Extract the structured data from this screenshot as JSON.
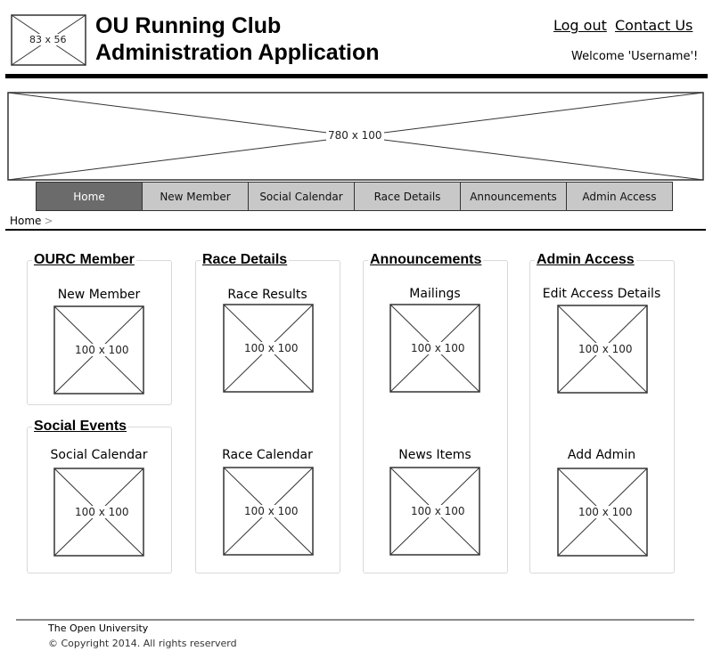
{
  "header": {
    "logo_placeholder": "83 x 56",
    "title_line1": "OU Running Club",
    "title_line2": "Administration Application",
    "logout_label": "Log out",
    "contact_label": "Contact Us",
    "welcome_text": "Welcome 'Username'!"
  },
  "banner": {
    "placeholder": "780 x 100"
  },
  "nav": {
    "items": [
      {
        "label": "Home"
      },
      {
        "label": "New Member"
      },
      {
        "label": "Social Calendar"
      },
      {
        "label": "Race Details"
      },
      {
        "label": "Announcements"
      },
      {
        "label": "Admin Access"
      }
    ]
  },
  "breadcrumb": {
    "home": "Home",
    "separator": ">"
  },
  "sections": {
    "ourc_member": {
      "title": "OURC Member",
      "items": [
        {
          "label": "New Member",
          "image": "100 x 100"
        }
      ]
    },
    "social_events": {
      "title": "Social Events",
      "items": [
        {
          "label": "Social Calendar",
          "image": "100 x 100"
        }
      ]
    },
    "race_details": {
      "title": "Race Details",
      "items": [
        {
          "label": "Race Results",
          "image": "100 x 100"
        },
        {
          "label": "Race Calendar",
          "image": "100 x 100"
        }
      ]
    },
    "announcements": {
      "title": "Announcements",
      "items": [
        {
          "label": "Mailings",
          "image": "100 x 100"
        },
        {
          "label": "News Items",
          "image": "100 x 100"
        }
      ]
    },
    "admin_access": {
      "title": "Admin Access",
      "items": [
        {
          "label": "Edit Access Details",
          "image": "100 x 100"
        },
        {
          "label": "Add Admin",
          "image": "100 x 100"
        }
      ]
    }
  },
  "footer": {
    "org": "The Open University",
    "copyright": "© Copyright 2014. All rights reserverd"
  }
}
